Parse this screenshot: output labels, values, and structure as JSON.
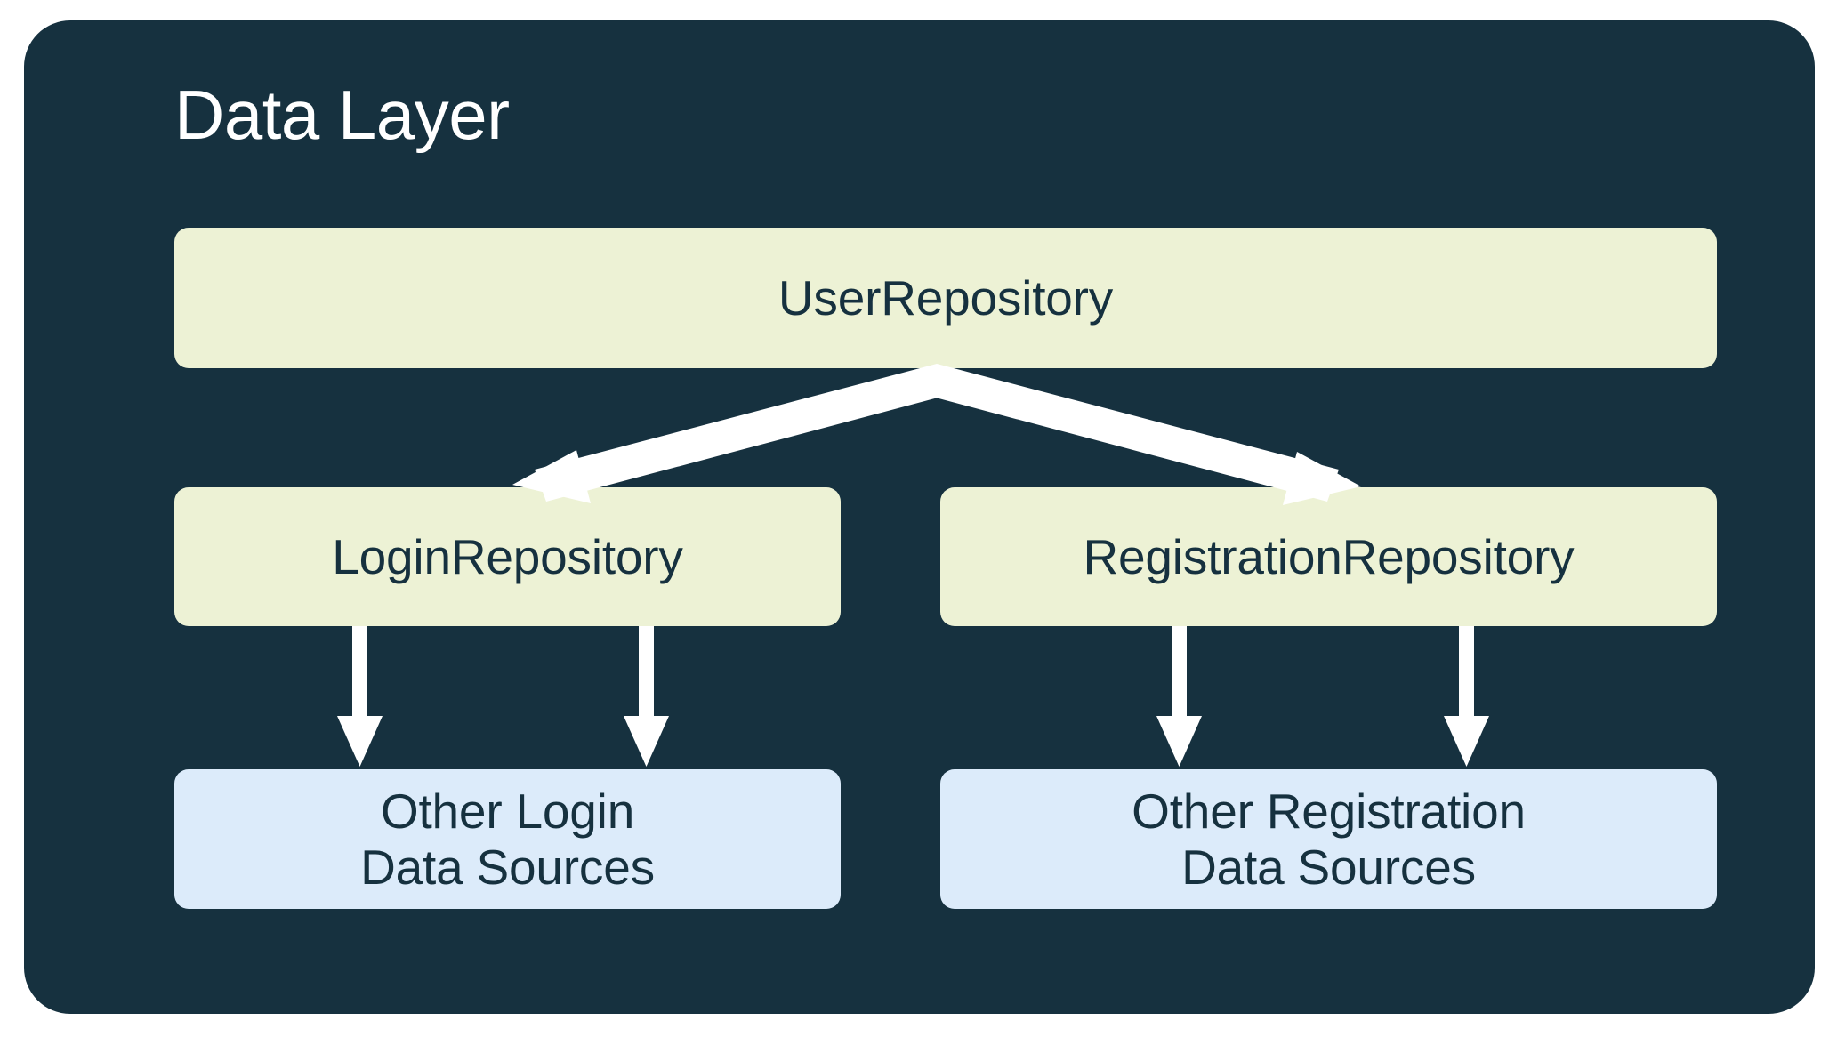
{
  "diagram": {
    "title": "Data Layer",
    "background_color": "#16313F",
    "page_background": "#FFFFFF",
    "title_color": "#FFFFFF",
    "arrow_color": "#FFFFFF",
    "node_text_color": "#16313F",
    "repository_fill": "#EDF2D5",
    "data_source_fill": "#DCEBFA",
    "nodes": {
      "user_repository": {
        "label": "UserRepository",
        "kind": "repository"
      },
      "login_repository": {
        "label": "LoginRepository",
        "kind": "repository"
      },
      "registration_repository": {
        "label": "RegistrationRepository",
        "kind": "repository"
      },
      "other_login_sources": {
        "label": "Other Login\nData Sources",
        "kind": "data-source"
      },
      "other_registration_sources": {
        "label": "Other Registration\nData Sources",
        "kind": "data-source"
      }
    },
    "edges": [
      {
        "from": "user_repository",
        "to": "login_repository",
        "style": "elbow-arrow"
      },
      {
        "from": "user_repository",
        "to": "registration_repository",
        "style": "elbow-arrow"
      },
      {
        "from": "login_repository",
        "to": "other_login_sources",
        "style": "vertical-arrow"
      },
      {
        "from": "login_repository",
        "to": "other_login_sources",
        "style": "vertical-arrow"
      },
      {
        "from": "registration_repository",
        "to": "other_registration_sources",
        "style": "vertical-arrow"
      },
      {
        "from": "registration_repository",
        "to": "other_registration_sources",
        "style": "vertical-arrow"
      }
    ]
  }
}
